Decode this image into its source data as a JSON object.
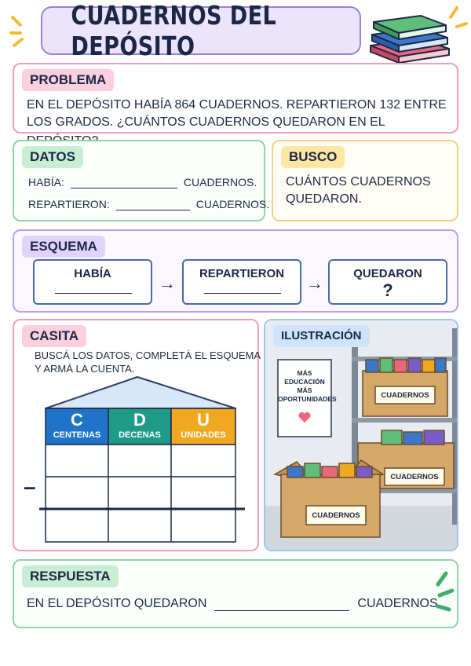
{
  "title": "CUADERNOS DEL DEPÓSITO",
  "problema": {
    "label": "PROBLEMA",
    "line1": "EN EL DEPÓSITO HABÍA 864 CUADERNOS. REPARTIERON 132 ENTRE",
    "line2": "LOS GRADOS. ¿CUÁNTOS CUADERNOS QUEDARON EN EL DEPÓSITO?"
  },
  "datos": {
    "label": "DATOS",
    "row1_label": "HABÍA:",
    "row1_unit": "CUADERNOS.",
    "row2_label": "REPARTIERON:",
    "row2_unit": "CUADERNOS."
  },
  "busco": {
    "label": "BUSCO",
    "line1": "CUÁNTOS CUADERNOS",
    "line2": "QUEDARON."
  },
  "esquema": {
    "label": "ESQUEMA",
    "box1": "HABÍA",
    "box2": "REPARTIERON",
    "box3": "QUEDARON",
    "box3_value": "?",
    "arrow": "→"
  },
  "casita": {
    "label": "CASITA",
    "instr1": "BUSCÁ LOS DATOS, COMPLETÁ EL ESQUEMA",
    "instr2": "Y ARMÁ LA CUENTA.",
    "minus": "–",
    "columns": [
      {
        "letter": "C",
        "name": "CENTENAS",
        "color": "#1f74c9"
      },
      {
        "letter": "D",
        "name": "DECENAS",
        "color": "#1f9a86"
      },
      {
        "letter": "U",
        "name": "UNIDADES",
        "color": "#f0a821"
      }
    ]
  },
  "ilustracion": {
    "label": "ILUSTRACIÓN",
    "poster_line1": "MÁS",
    "poster_line2": "EDUCACIÓN",
    "poster_line3": "MÁS",
    "poster_line4": "OPORTUNIDADES",
    "box_label": "CUADERNOS"
  },
  "respuesta": {
    "label": "RESPUESTA",
    "prefix": "EN EL DEPÓSITO QUEDARON",
    "suffix": "CUADERNOS."
  },
  "colors": {
    "pink": "#f2a0b4",
    "green": "#8fd3a8",
    "yellow": "#f5d27a",
    "purple": "#b8a3e6",
    "blue": "#9fc5ef",
    "navy": "#1c2747"
  }
}
